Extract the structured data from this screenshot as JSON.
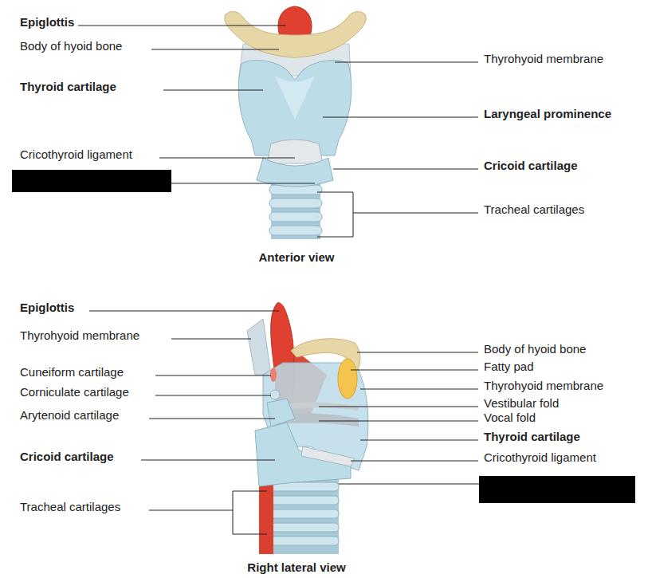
{
  "diagram": {
    "labels": [
      "Epiglottis",
      "Body of hyoid bone",
      "Thyrohyoid membrane",
      "Thyroid cartilage",
      "Laryngeal prominence",
      "Cricothyroid ligament",
      "Cricoid cartilage",
      "Tracheal cartilages",
      "Anterior view",
      "Epiglottis",
      "Thyrohyoid membrane",
      "Cuneiform cartilage",
      "Corniculate cartilage",
      "Arytenoid cartilage",
      "Cricoid cartilage",
      "Tracheal cartilages",
      "Body of hyoid bone",
      "Fatty pad",
      "Thyrohyoid membrane",
      "Vestibular fold",
      "Vocal fold",
      "Thyroid cartilage",
      "Cricothyroid ligament",
      "Right lateral view"
    ]
  }
}
